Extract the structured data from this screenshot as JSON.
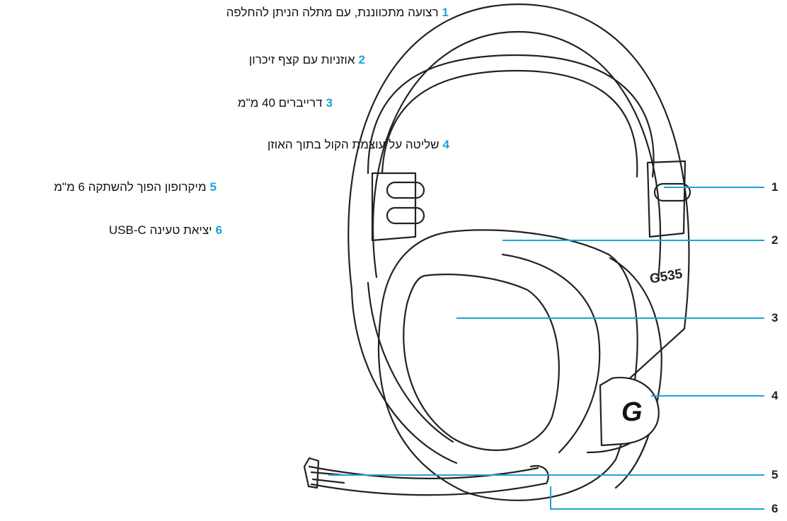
{
  "accent_color": "#1ba3d6",
  "features": [
    {
      "number": "1",
      "text": "רצועה מתכווננת, עם מתלה הניתן להחלפה"
    },
    {
      "number": "2",
      "text": "אוזניות עם קצף זיכרון"
    },
    {
      "number": "3",
      "text": "דרייברים 40 מ\"מ"
    },
    {
      "number": "4",
      "text": "שליטה על עוצמת הקול בתוך האוזן"
    },
    {
      "number": "5",
      "text": "מיקרופון הפוך להשתקה 6 מ\"מ"
    },
    {
      "number": "6",
      "text": "יציאת טעינה USB-C"
    }
  ],
  "callouts": [
    "1",
    "2",
    "3",
    "4",
    "5",
    "6"
  ],
  "headset": {
    "model_label": "G535",
    "logo_glyph": "G"
  }
}
